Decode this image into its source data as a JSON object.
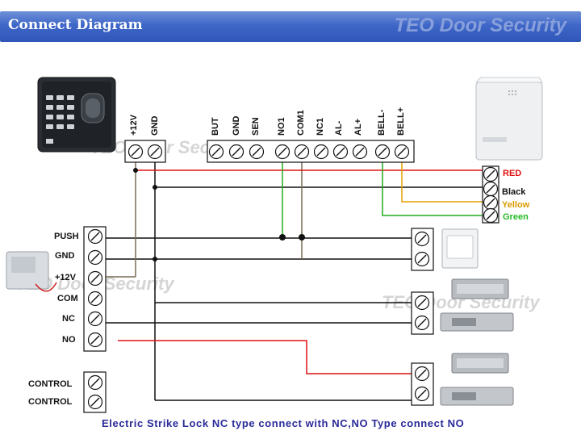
{
  "header": {
    "title": "Connect Diagram",
    "brand": "TEO Door Security"
  },
  "watermarks": [
    "TEO Door Security",
    "TEO Door Security",
    "TEO Door Security"
  ],
  "reader_terminals": [
    "+12V",
    "GND"
  ],
  "main_terminals": [
    "BUT",
    "GND",
    "SEN",
    "NO1",
    "COM1",
    "NC1",
    "AL-",
    "AL+",
    "BELL-",
    "BELL+"
  ],
  "bell_wires": [
    {
      "label": "RED",
      "color": "#e01010"
    },
    {
      "label": "Black",
      "color": "#111111"
    },
    {
      "label": "Yellow",
      "color": "#d99a00"
    },
    {
      "label": "Green",
      "color": "#22bb22"
    }
  ],
  "power_terminals": [
    "PUSH",
    "GND",
    "+12V",
    "COM",
    "NC",
    "NO"
  ],
  "control_terminals": [
    "CONTROL",
    "CONTROL"
  ],
  "footer": {
    "caption": "Electric Strike Lock NC type connect with NC,NO Type connect NO"
  }
}
